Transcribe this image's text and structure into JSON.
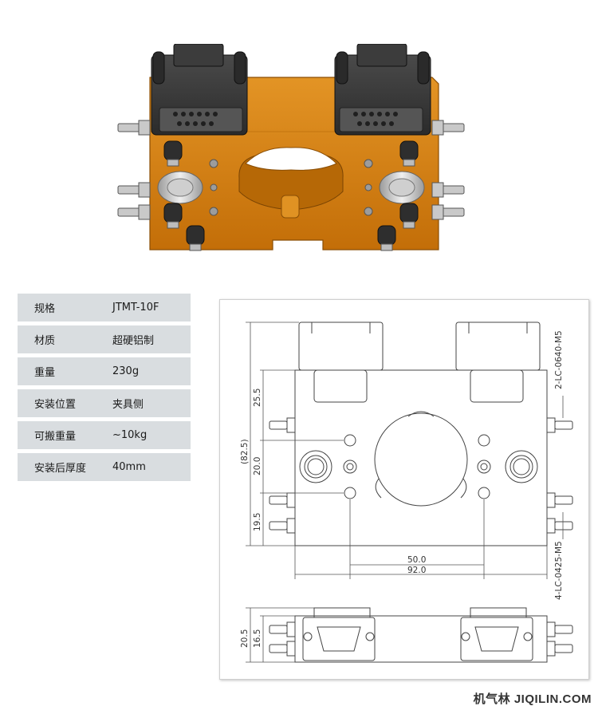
{
  "spec": {
    "rows": [
      {
        "label": "规格",
        "value": "JTMT-10F"
      },
      {
        "label": "材质",
        "value": "超硬铝制"
      },
      {
        "label": "重量",
        "value": "230g"
      },
      {
        "label": "安装位置",
        "value": "夹具侧"
      },
      {
        "label": "可搬重量",
        "value": "~10kg"
      },
      {
        "label": "安装后厚度",
        "value": "40mm"
      }
    ]
  },
  "drawing": {
    "dims": {
      "d25_5": "25.5",
      "d82_5": "(82.5)",
      "d20_0": "20.0",
      "d19_5": "19.5",
      "d50_0": "50.0",
      "d92_0": "92.0",
      "d20_5": "20.5",
      "d16_5": "16.5",
      "port_top": "2-LC-0640-M5",
      "port_bottom": "4-LC-0425-M5"
    }
  },
  "colors": {
    "body_orange": "#d9820f",
    "module_dark": "#3a3a3a"
  },
  "watermark": "机气林 JIQILIN.COM"
}
